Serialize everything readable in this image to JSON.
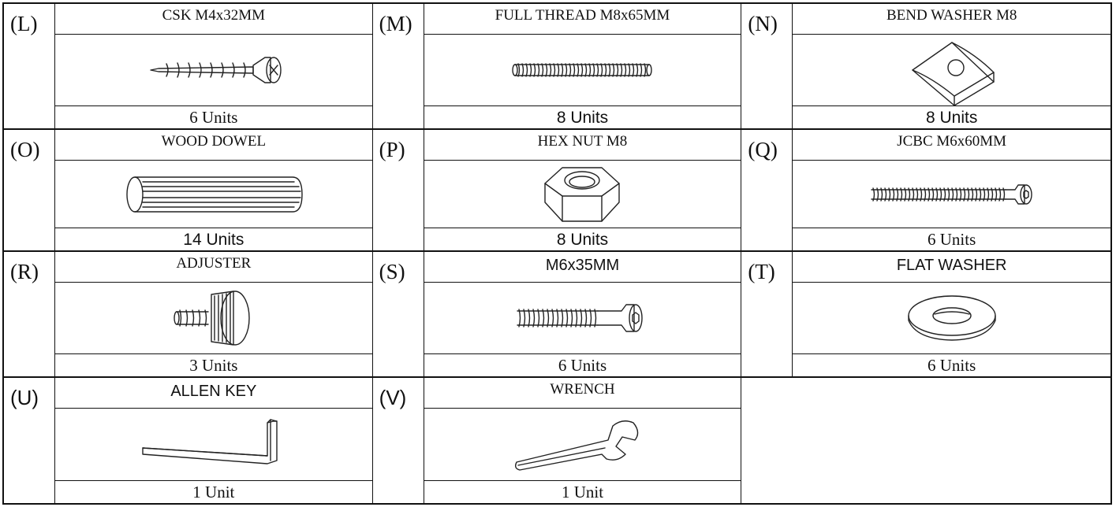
{
  "parts": [
    {
      "letter": "(L)",
      "name": "CSK M4x32MM",
      "quantity": "6 Units",
      "icon": "countersunk-screw-icon"
    },
    {
      "letter": "(M)",
      "name": "FULL THREAD M8x65MM",
      "quantity": "8 Units",
      "icon": "threaded-rod-icon"
    },
    {
      "letter": "(N)",
      "name": "BEND WASHER M8",
      "quantity": "8 Units",
      "icon": "bend-washer-icon"
    },
    {
      "letter": "(O)",
      "name": "WOOD DOWEL",
      "quantity": "14 Units",
      "icon": "wood-dowel-icon"
    },
    {
      "letter": "(P)",
      "name": "HEX NUT M8",
      "quantity": "8 Units",
      "icon": "hex-nut-icon"
    },
    {
      "letter": "(Q)",
      "name": "JCBC M6x60MM",
      "quantity": "6 Units",
      "icon": "long-bolt-icon"
    },
    {
      "letter": "(R)",
      "name": "ADJUSTER",
      "quantity": "3 Units",
      "icon": "adjuster-icon"
    },
    {
      "letter": "(S)",
      "name": "M6x35MM",
      "quantity": "6 Units",
      "icon": "short-bolt-icon"
    },
    {
      "letter": "(T)",
      "name": "FLAT WASHER",
      "quantity": "6 Units",
      "icon": "flat-washer-icon"
    },
    {
      "letter": "(U)",
      "name": "ALLEN KEY",
      "quantity": "1 Unit",
      "icon": "allen-key-icon"
    },
    {
      "letter": "(V)",
      "name": "WRENCH",
      "quantity": "1 Unit",
      "icon": "wrench-icon"
    }
  ]
}
